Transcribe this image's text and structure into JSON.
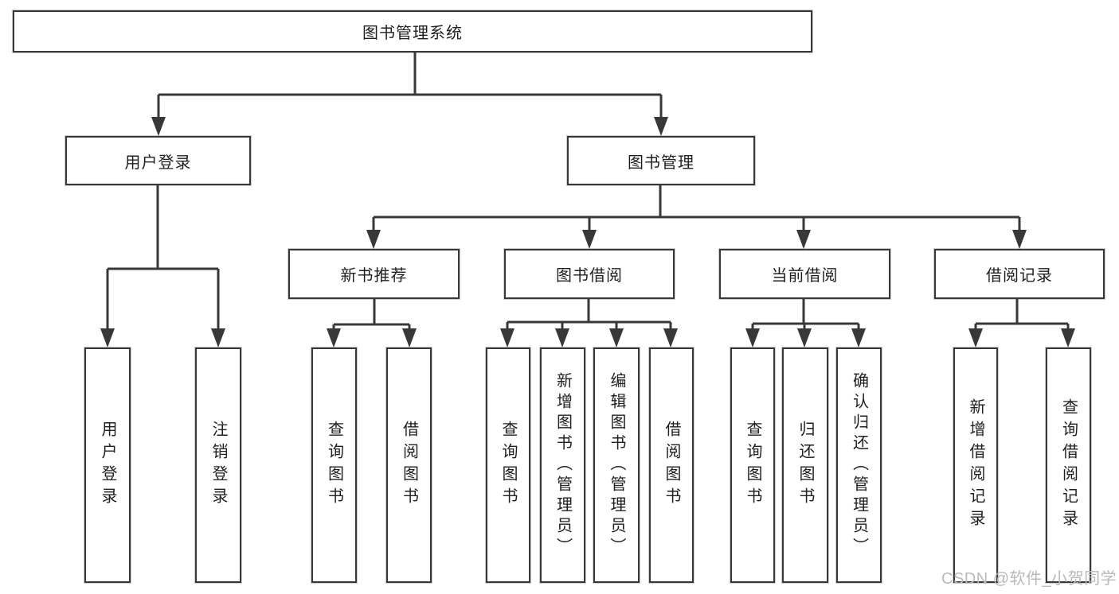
{
  "diagram": {
    "title_node": {
      "label": "图书管理系统"
    },
    "level2": [
      {
        "label": "用户登录"
      },
      {
        "label": "图书管理"
      }
    ],
    "level3": [
      {
        "label": "新书推荐"
      },
      {
        "label": "图书借阅"
      },
      {
        "label": "当前借阅"
      },
      {
        "label": "借阅记录"
      }
    ],
    "leaves": {
      "user_login": [
        "用户登录",
        "注销登录"
      ],
      "new_books": [
        "查询图书",
        "借阅图书"
      ],
      "book_borrow": [
        "查询图书",
        "新增图书（管理员）",
        "编辑图书（管理员）",
        "借阅图书"
      ],
      "current_borrow": [
        "查询图书",
        "归还图书",
        "确认归还（管理员）"
      ],
      "borrow_records": [
        "新增借阅记录",
        "查询借阅记录"
      ]
    }
  },
  "watermark": "CSDN @软件_小贺同学",
  "colors": {
    "line": "#383838",
    "box_border": "#383838",
    "text": "#1f1f1f",
    "watermark": "#b9b9b9",
    "background": "#ffffff"
  }
}
